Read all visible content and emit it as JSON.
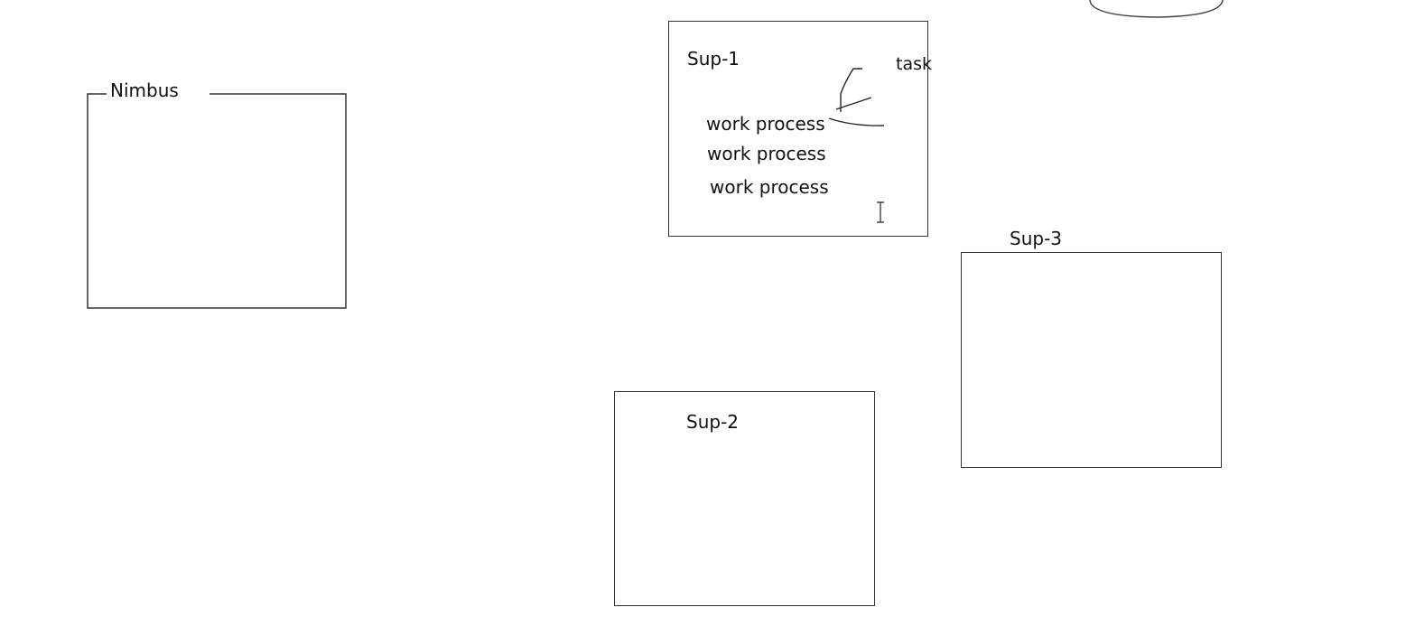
{
  "boxes": {
    "nimbus": {
      "label": "Nimbus"
    },
    "sup1": {
      "label": "Sup-1",
      "task_label": "task",
      "work_processes": [
        "work process",
        "work process",
        "work process"
      ]
    },
    "sup2": {
      "label": "Sup-2"
    },
    "sup3": {
      "label": "Sup-3"
    }
  },
  "colors": {
    "stroke": "#333333",
    "text": "#111111",
    "background": "#ffffff"
  },
  "icons": {
    "cursor": "text-cursor-icon"
  }
}
